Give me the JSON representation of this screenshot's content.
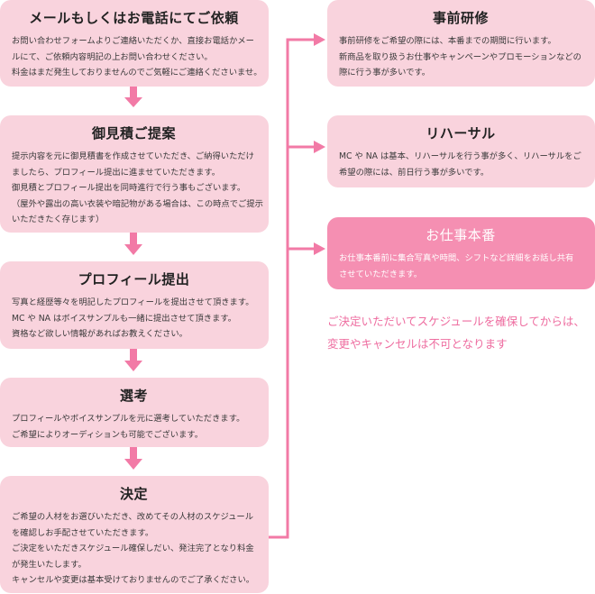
{
  "left_steps": [
    {
      "title": "メールもしくはお電話にてご依頼",
      "lines": [
        "お問い合わせフォームよりご連絡いただくか、直接お電話かメー",
        "ルにて、ご依頼内容明記の上お問い合わせください。",
        "料金はまだ発生しておりませんのでご気軽にご連絡くださいませ。"
      ]
    },
    {
      "title": "御見積ご提案",
      "lines": [
        "提示内容を元に御見積書を作成させていただき、ご納得いただけ",
        "ましたら、プロフィール提出に進ませていただきます。",
        "御見積とプロフィール提出を同時進行で行う事もございます。",
        "（屋外や露出の高い衣装や暗記物がある場合は、この時点でご提示",
        "いただきたく存じます）"
      ]
    },
    {
      "title": "プロフィール提出",
      "lines": [
        "写真と経歴等々を明記したプロフィールを提出させて頂きます。",
        "MC や NA はボイスサンプルも一緒に提出させて頂きます。",
        "資格など欲しい情報があればお教えください。"
      ]
    },
    {
      "title": "選考",
      "lines": [
        "プロフィールやボイスサンプルを元に選考していただきます。",
        "ご希望によりオーディションも可能でございます。"
      ]
    },
    {
      "title": "決定",
      "lines": [
        "ご希望の人材をお選びいただき、改めてその人材のスケジュール",
        "を確認しお手配させていただきます。",
        "ご決定をいただきスケジュール確保しだい、発注完了となり料金",
        "が発生いたします。",
        "キャンセルや変更は基本受けておりませんのでご了承ください。"
      ]
    }
  ],
  "right_steps": [
    {
      "title": "事前研修",
      "lines": [
        "事前研修をご希望の際には、本番までの期間に行います。",
        "新商品を取り扱うお仕事やキャンペーンやプロモーションなどの",
        "際に行う事が多いです。"
      ]
    },
    {
      "title": "リハーサル",
      "lines": [
        "MC や NA は基本、リハーサルを行う事が多く、リハーサルをご",
        "希望の際には、前日行う事が多いです。"
      ]
    },
    {
      "title": "お仕事本番",
      "lines": [
        "お仕事本番前に集合写真や時間、シフトなど詳細をお話し共有",
        "させていただきます。"
      ]
    }
  ],
  "note_lines": [
    "ご決定いただいてスケジュールを確保してからは、",
    "変更やキャンセルは不可となります"
  ],
  "colors": {
    "box_fill": "#f9d3dd",
    "accent_fill": "#f58fb2",
    "arrow": "#f27aa6",
    "note_text": "#ee6da0"
  }
}
